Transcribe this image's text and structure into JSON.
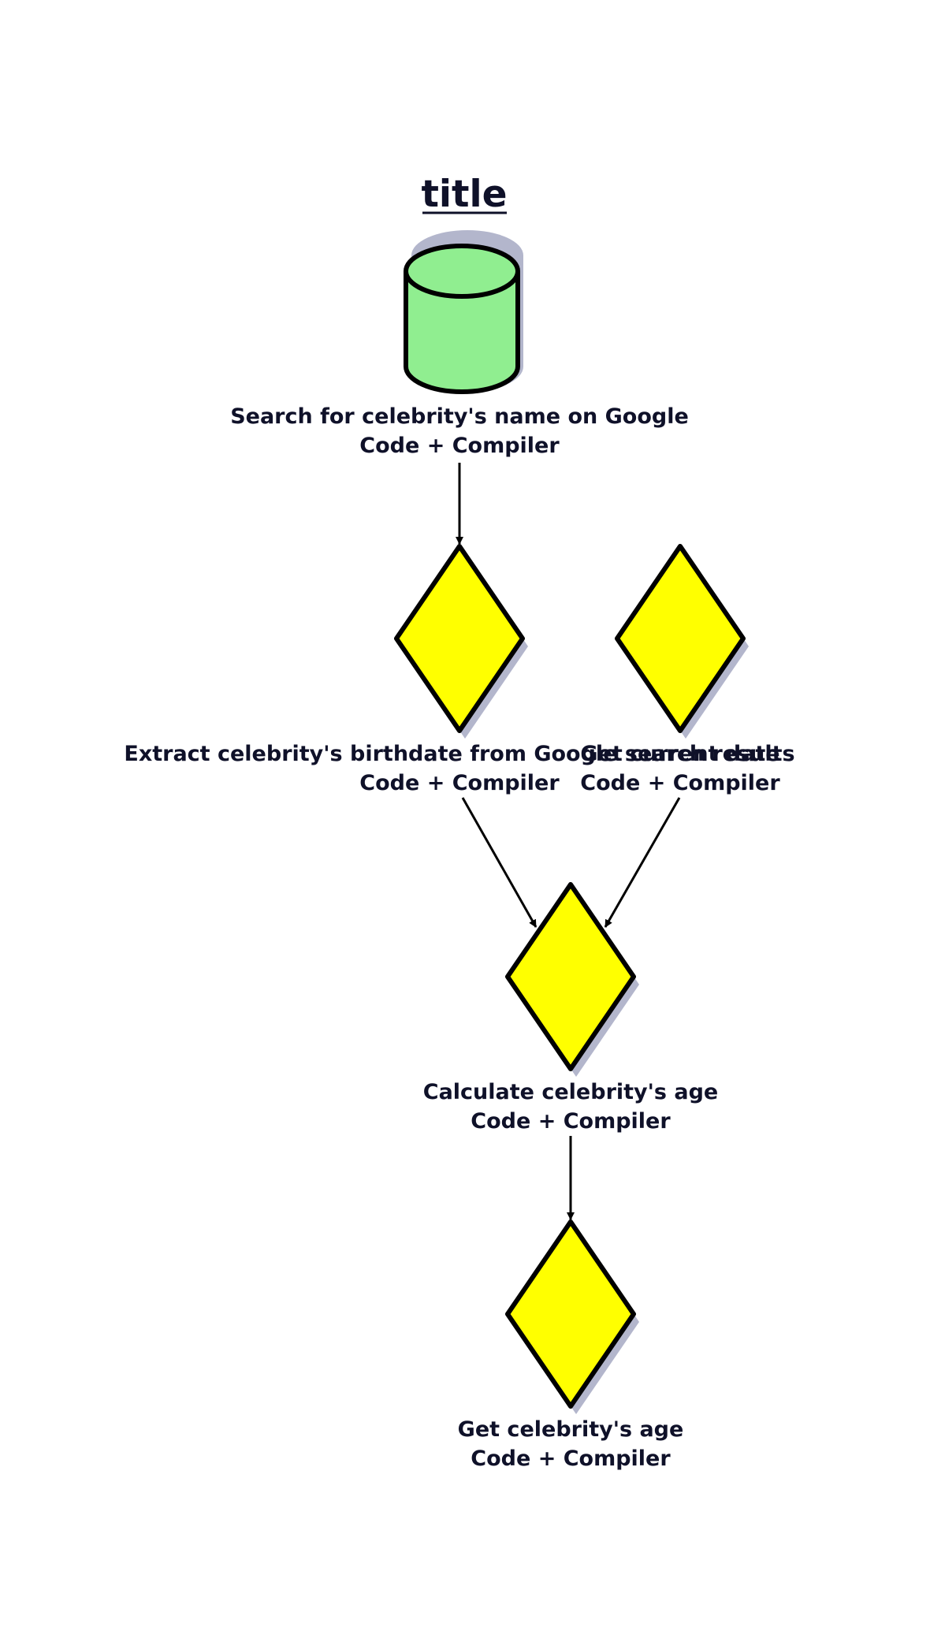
{
  "title": "title",
  "colors": {
    "datastore_fill": "#90ee90",
    "decision_fill": "#ffff00",
    "stroke": "#000000",
    "shadow": "#b3b6cc",
    "text": "#0f1129"
  },
  "nodes": {
    "search": {
      "shape": "cylinder",
      "line1": "Search for celebrity's name on Google",
      "line2": "Code + Compiler"
    },
    "extract": {
      "shape": "diamond",
      "line1": "Extract celebrity's birthdate from Google search results",
      "line2": "Code + Compiler"
    },
    "current_date": {
      "shape": "diamond",
      "line1": "Get current date",
      "line2": "Code + Compiler"
    },
    "calculate": {
      "shape": "diamond",
      "line1": "Calculate celebrity's age",
      "line2": "Code + Compiler"
    },
    "get_age": {
      "shape": "diamond",
      "line1": "Get celebrity's age",
      "line2": "Code + Compiler"
    }
  },
  "edges": [
    {
      "from": "search",
      "to": "extract"
    },
    {
      "from": "extract",
      "to": "calculate"
    },
    {
      "from": "current_date",
      "to": "calculate"
    },
    {
      "from": "calculate",
      "to": "get_age"
    }
  ]
}
